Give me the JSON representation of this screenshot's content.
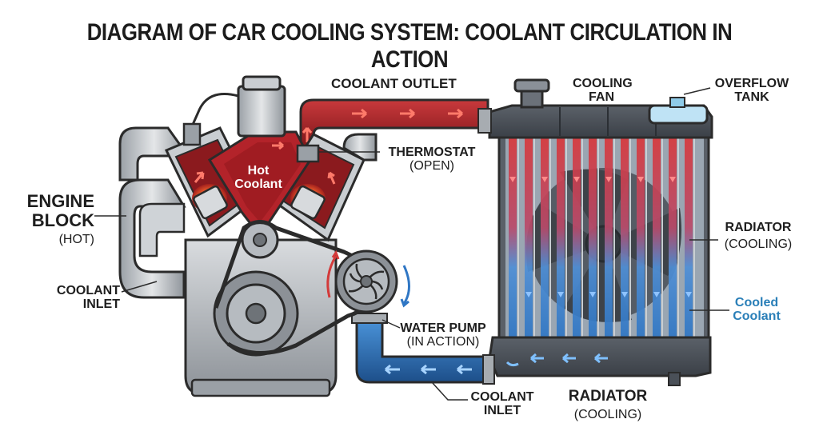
{
  "title": "DIAGRAM OF CAR COOLING SYSTEM: COOLANT CIRCULATION IN ACTION",
  "labels": {
    "coolant_outlet": "COOLANT OUTLET",
    "cooling_fan_1": "COOLING",
    "cooling_fan_2": "FAN",
    "overflow_tank_1": "OVERFLOW",
    "overflow_tank_2": "TANK",
    "thermostat": "THERMOSTAT",
    "thermostat_state": "(OPEN)",
    "engine_block_1": "ENGINE",
    "engine_block_2": "BLOCK",
    "engine_block_state": "(HOT)",
    "hot_coolant_1": "Hot",
    "hot_coolant_2": "Coolant",
    "coolant_inlet_left_1": "COOLANT",
    "coolant_inlet_left_2": "INLET",
    "radiator_right": "RADIATOR",
    "radiator_right_state": "(COOLING)",
    "cooled_coolant_1": "Cooled",
    "cooled_coolant_2": "Coolant",
    "water_pump": "WATER PUMP",
    "water_pump_state": "(IN ACTION)",
    "coolant_inlet_bottom_1": "COOLANT",
    "coolant_inlet_bottom_2": "INLET",
    "radiator_bottom": "RADIATOR",
    "radiator_bottom_state": "(COOLING)"
  },
  "colors": {
    "hot": "#b3232a",
    "hot_dark": "#7a1518",
    "cool": "#2f76c4",
    "cool_dark": "#1d4f8a",
    "metal": "#bfc3c8",
    "metal_dark": "#6e7378",
    "outline": "#2b2b2b",
    "cooled_text": "#2a7fb8"
  }
}
